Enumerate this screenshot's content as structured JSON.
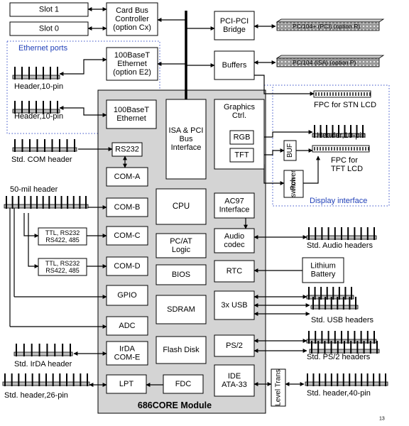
{
  "module": {
    "title": "686CORE Module"
  },
  "blocks": {
    "slot1": "Slot 1",
    "slot0": "Slot 0",
    "card_bus": [
      "Card Bus",
      "Controller",
      "(option Cx)"
    ],
    "eth_e2": [
      "100BaseT",
      "Ethernet",
      "(option E2)"
    ],
    "eth": [
      "100BaseT",
      "Ethernet"
    ],
    "pci_bridge": [
      "PCI-PCI",
      "Bridge"
    ],
    "buffers": [
      "Buffers"
    ],
    "bus_interface": [
      "ISA & PCI",
      "Bus",
      "Interface"
    ],
    "graphics": [
      "Graphics",
      "Ctrl."
    ],
    "rgb": "RGB",
    "tft": "TFT",
    "buf": "BUF",
    "power_switch": [
      "Power",
      "switch"
    ],
    "rs232": "RS232",
    "com_a": "COM-A",
    "com_b": "COM-B",
    "com_c": "COM-C",
    "com_d": "COM-D",
    "gpio": "GPIO",
    "adc": "ADC",
    "irda": [
      "IrDA",
      "COM-E"
    ],
    "lpt": "LPT",
    "fdc": "FDC",
    "cpu": "CPU",
    "pcat": [
      "PC/AT",
      "Logic"
    ],
    "bios": "BIOS",
    "sdram": "SDRAM",
    "flash": "Flash Disk",
    "ac97": [
      "AC97",
      "Interface"
    ],
    "audio": [
      "Audio",
      "codec"
    ],
    "rtc": "RTC",
    "usb": "3x USB",
    "ps2": "PS/2",
    "ide": [
      "IDE",
      "ATA-33"
    ],
    "level_trans": "Level Trans",
    "lithium": [
      "Lithium",
      "Battery"
    ],
    "ttl_c": [
      "TTL, RS232",
      "RS422, 485"
    ],
    "ttl_d": [
      "TTL, RS232",
      "RS422, 485"
    ]
  },
  "connectors": {
    "pc104plus": "PC/104+ (PCI)  (option R)",
    "pc104": "PC/104 (ISA)  (option P)"
  },
  "labels": {
    "ethernet_ports": "Ethernet ports",
    "header_10pin_1": "Header,10-pin",
    "header_10pin_2": "Header,10-pin",
    "std_com_header": "Std. COM header",
    "fifty_mil_header": "50-mil header",
    "std_irda_header": "Std. IrDA header",
    "std_header_26": "Std. header,26-pin",
    "fpc_stn": "FPC for STN LCD",
    "header_10pin_rgb": "Header,10-pin",
    "fpc_tft": [
      "FPC for",
      "TFT LCD"
    ],
    "display_interface": "Display interface",
    "std_audio_headers": "Std. Audio headers",
    "std_usb_headers": "Std. USB headers",
    "std_ps2_headers": "Std. PS/2 headers",
    "std_header_40": "Std. header,40-pin",
    "corner_mark": "13"
  },
  "colors": {
    "module_fill": "#d4d4d4",
    "accent_text": "#1f3fb8",
    "dashed": "#3a52c8",
    "connector_fill": "#a8a8a8"
  }
}
